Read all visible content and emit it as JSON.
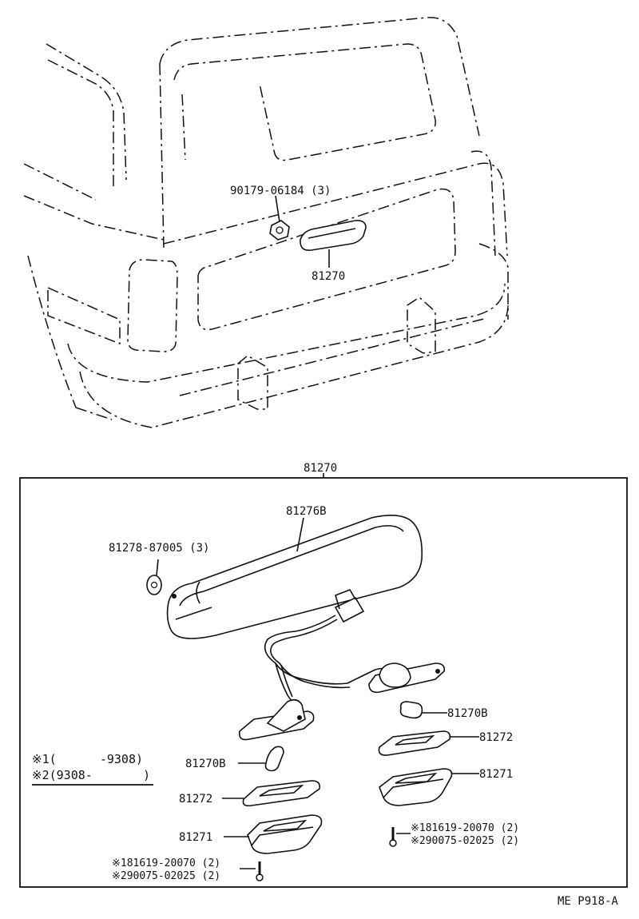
{
  "top": {
    "nut_label": "90179-06184 (3)",
    "lamp_label": "81270"
  },
  "box": {
    "header_label": "81270",
    "lens_label": "81276B",
    "clip_label": "81278-87005 (3)",
    "bulb_right_label": "81270B",
    "bulb_left_label": "81270B",
    "gasket_right_label": "81272",
    "gasket_left_label": "81272",
    "housing_right_label": "81271",
    "housing_left_label": "81271",
    "screw_right_1": "※181619-20070 (2)",
    "screw_right_2": "※290075-02025 (2)",
    "screw_left_1": "※181619-20070 (2)",
    "screw_left_2": "※290075-02025 (2)"
  },
  "legend": {
    "line1": "※1(      -9308)",
    "line2": "※2(9308-       )"
  },
  "footer": {
    "code": "ME P918-A"
  }
}
